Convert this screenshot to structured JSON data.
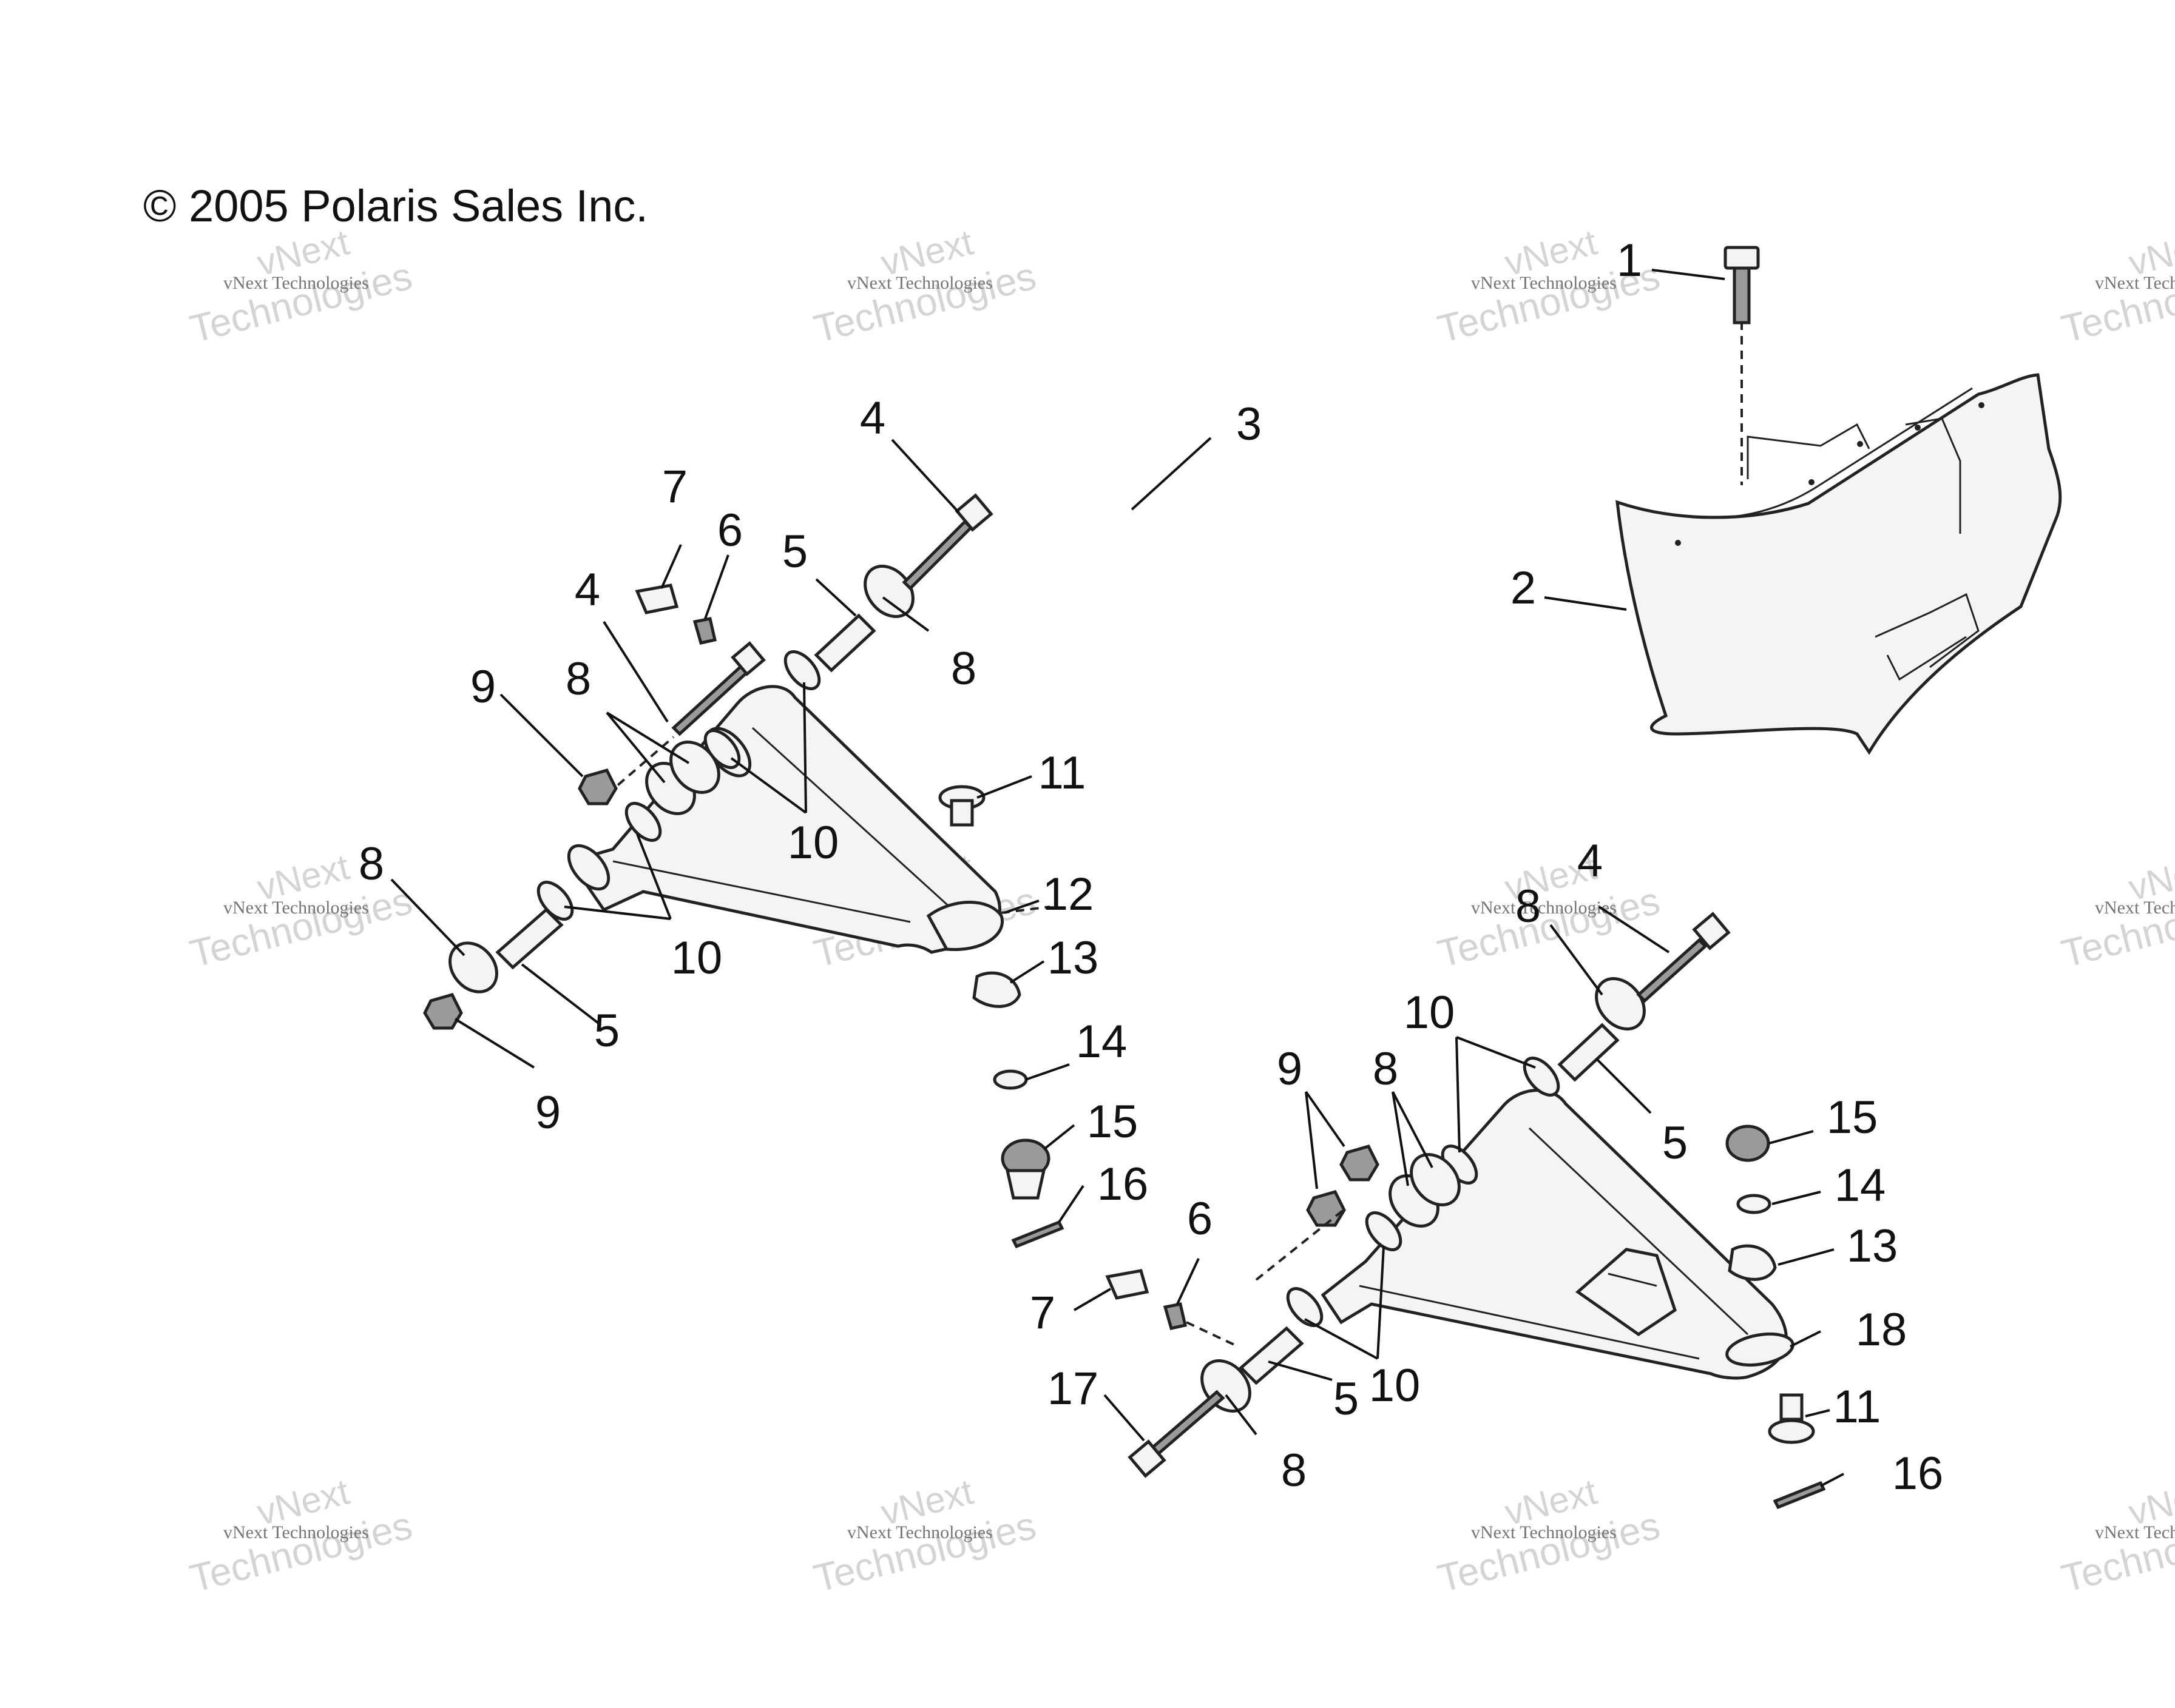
{
  "copyright": "© 2005 Polaris Sales Inc.",
  "watermark": {
    "large_top": "vNext",
    "large_bottom": "Technologies",
    "small": "vNext Technologies"
  },
  "callouts": {
    "c1": "1",
    "c2": "2",
    "c3": "3",
    "c4a": "4",
    "c4b": "4",
    "c4c": "4",
    "c5a": "5",
    "c5b": "5",
    "c5c": "5",
    "c5d": "5",
    "c6a": "6",
    "c6b": "6",
    "c7a": "7",
    "c7b": "7",
    "c8a": "8",
    "c8b": "8",
    "c8c": "8",
    "c8d": "8",
    "c8e": "8",
    "c8f": "8",
    "c9a": "9",
    "c9b": "9",
    "c9c": "9",
    "c10a": "10",
    "c10b": "10",
    "c10c": "10",
    "c10d": "10",
    "c11a": "11",
    "c11b": "11",
    "c12": "12",
    "c13a": "13",
    "c13b": "13",
    "c14a": "14",
    "c14b": "14",
    "c15a": "15",
    "c15b": "15",
    "c16a": "16",
    "c16b": "16",
    "c17": "17",
    "c18": "18"
  }
}
